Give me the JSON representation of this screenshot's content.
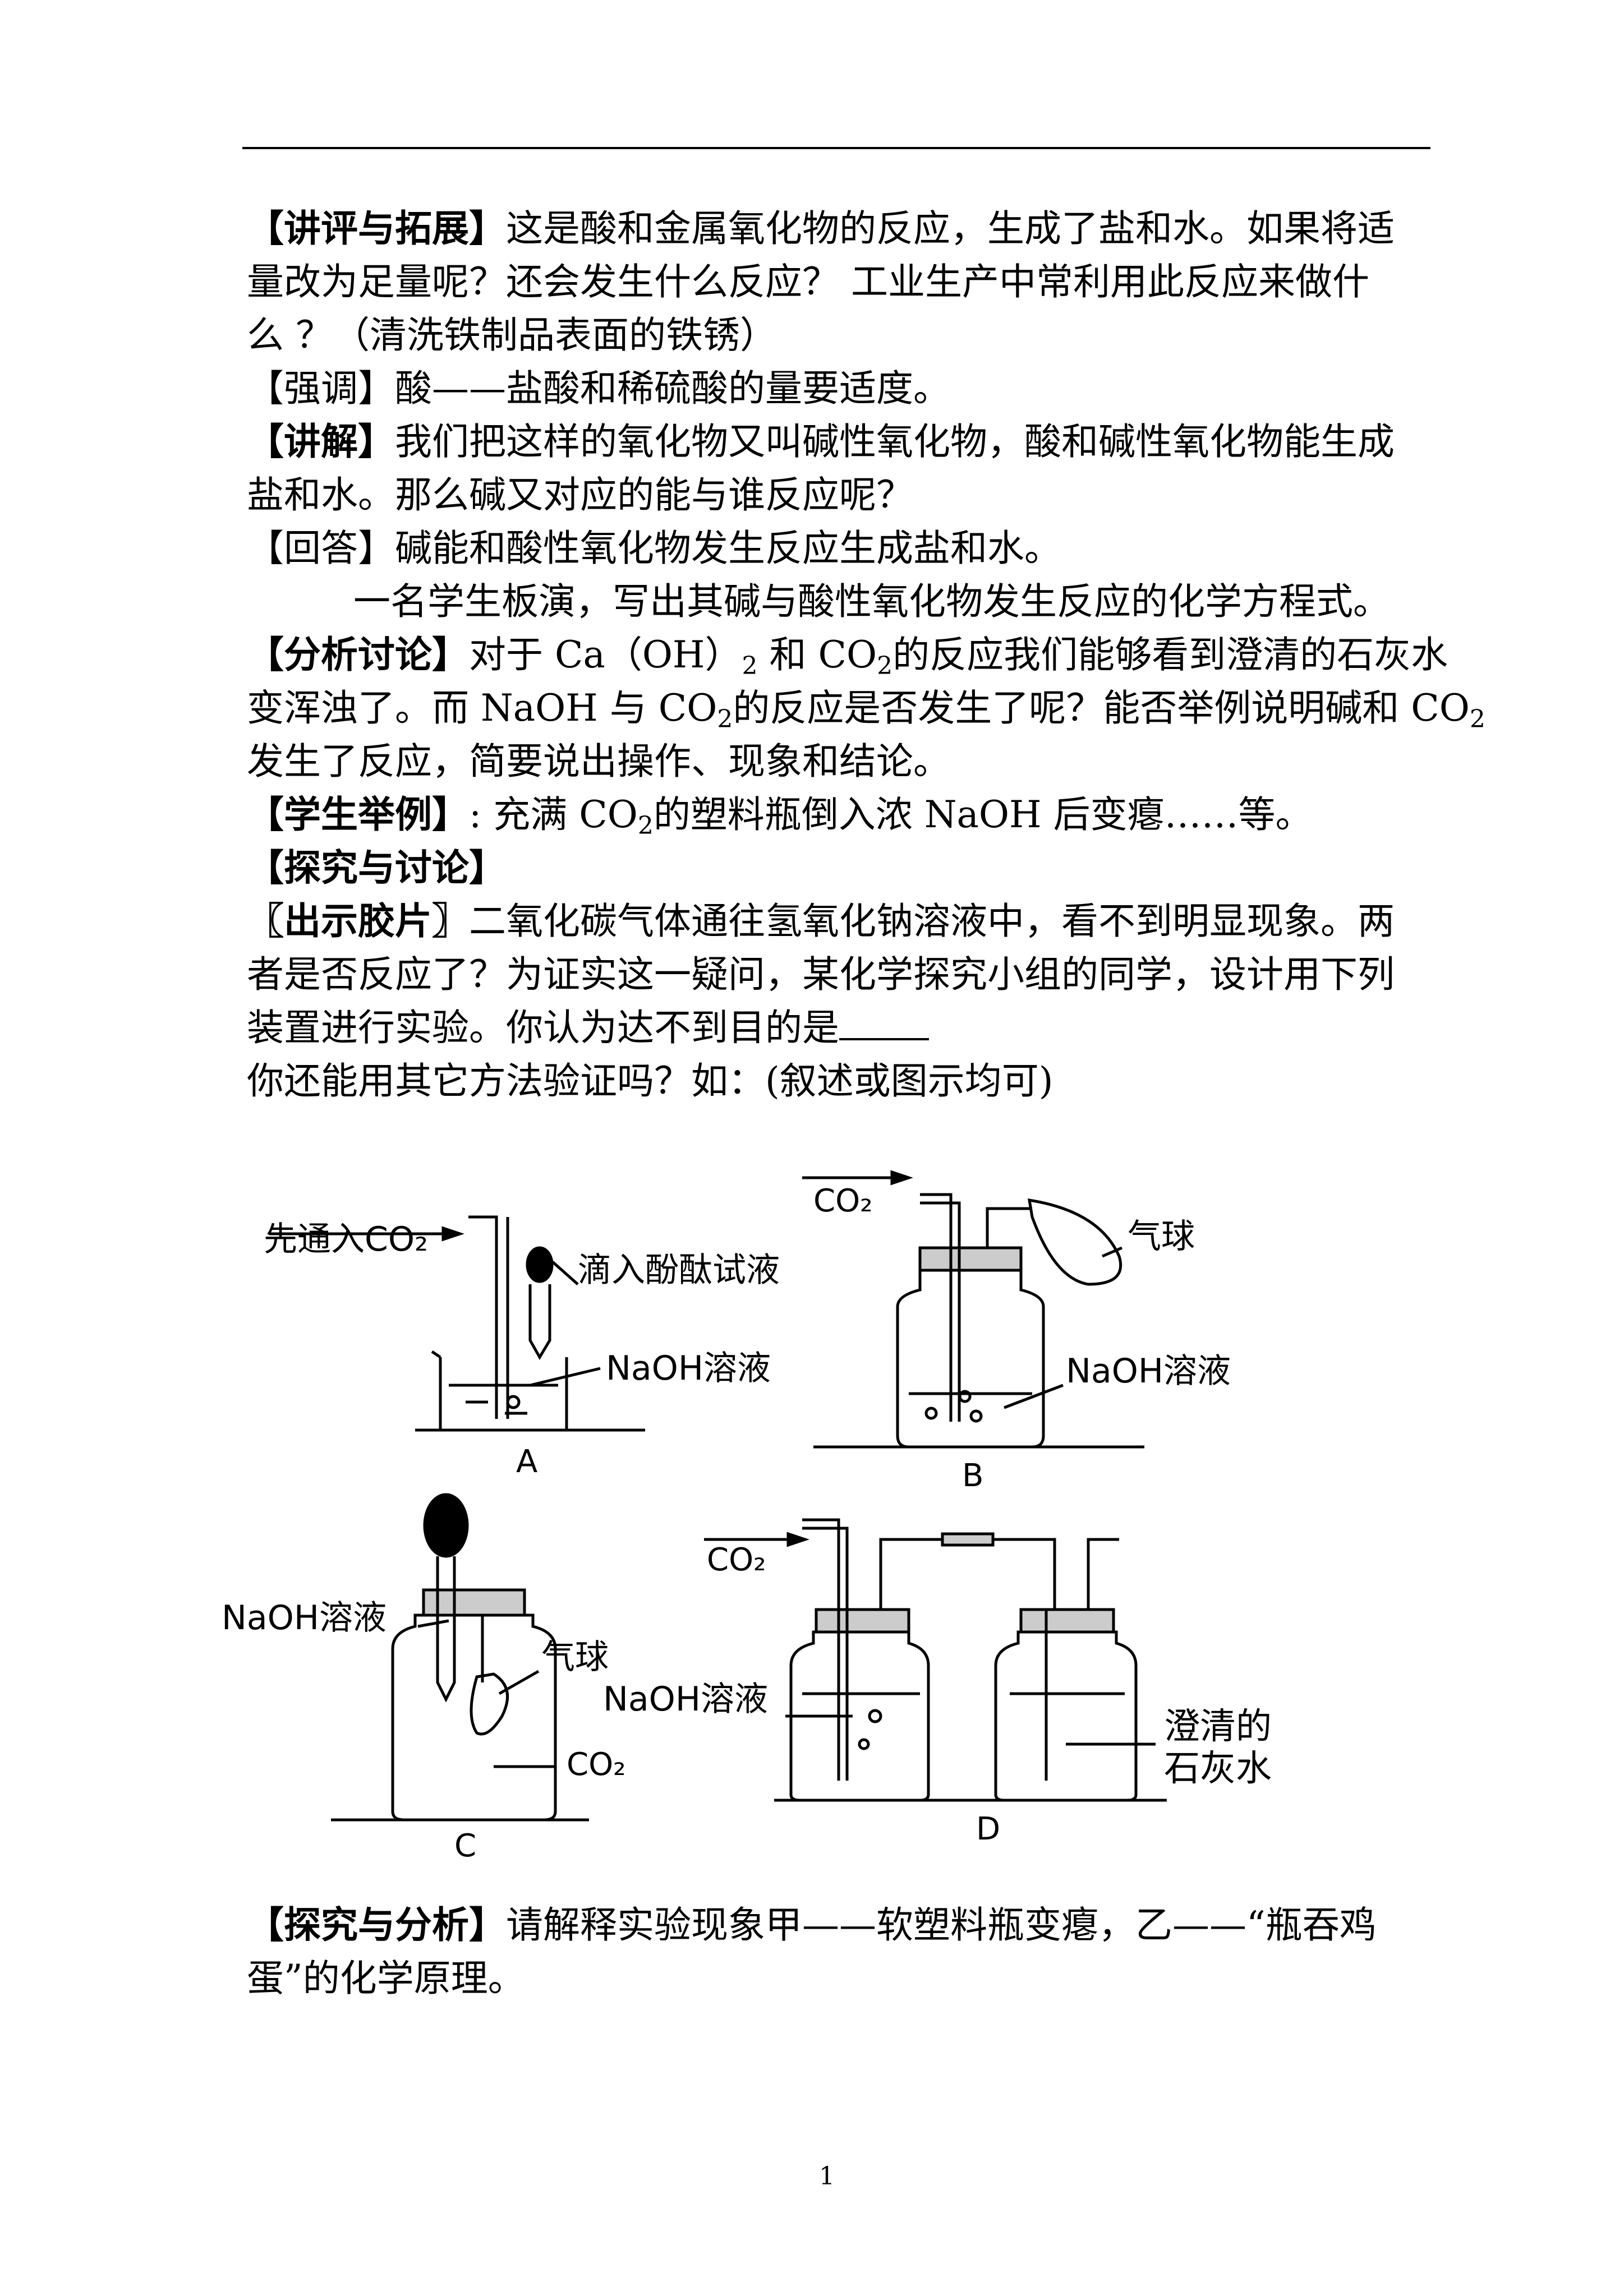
{
  "paragraphs": {
    "p1": {
      "label": "【讲评与拓展】",
      "text_a": "这是酸和金属氧化物的反应，生成了盐和水。如果将适",
      "text_b": "量改为足量呢？还会发生什么反应？  工业生产中常利用此反应来做什",
      "text_c": "么 ？（清洗铁制品表面的铁锈）"
    },
    "p2": {
      "label": "【强调】",
      "text": "酸——盐酸和稀硫酸的量要适度。"
    },
    "p3": {
      "label": "【讲解】",
      "text_a": "我们把这样的氧化物又叫碱性氧化物，酸和碱性氧化物能生成",
      "text_b": "盐和水。那么碱又对应的能与谁反应呢？"
    },
    "p4": {
      "label": "【回答】",
      "text": "碱能和酸性氧化物发生反应生成盐和水。"
    },
    "p5": {
      "text": "一名学生板演，写出其碱与酸性氧化物发生反应的化学方程式。"
    },
    "p6": {
      "label": "【分析讨论】",
      "t1": "对于 Ca（OH）",
      "s1": "2",
      "t2": " 和 CO",
      "s2": "2",
      "t3": "的反应我们能够看到澄清的石灰水",
      "t4": "变浑浊了。而  NaOH 与 CO",
      "s3": "2",
      "t5": "的反应是否发生了呢？能否举例说明碱和 CO",
      "s4": "2",
      "t6": "发生了反应，简要说出操作、现象和结论。"
    },
    "p7": {
      "label": "【学生举例】",
      "t1": ":  充满 CO",
      "s1": "2",
      "t2": "的塑料瓶倒入浓 NaOH 后变瘪……等。"
    },
    "p8": {
      "label": "【探究与讨论】"
    },
    "p9": {
      "label": "〖出示胶片〗",
      "text_a": "二氧化碳气体通往氢氧化钠溶液中，看不到明显现象。两",
      "text_b": "者是否反应了？为证实这一疑问，某化学探究小组的同学，设计用下列",
      "text_c": "装置进行实验。你认为达不到目的是"
    },
    "p10": {
      "text": "你还能用其它方法验证吗？如：(叙述或图示均可)"
    },
    "p11": {
      "label": "【探究与分析】",
      "text_a": "请解释实验现象甲——软塑料瓶变瘪，乙——“瓶吞鸡",
      "text_b": "蛋”的化学原理。"
    }
  },
  "figure": {
    "a": {
      "label_co2": "先通入CO₂",
      "label_reagent": "滴入酚酞试液",
      "label_solution": "NaOH溶液",
      "caption": "A"
    },
    "b": {
      "label_co2": "CO₂",
      "label_balloon": "气球",
      "label_solution": "NaOH溶液",
      "caption": "B"
    },
    "c": {
      "label_solution": "NaOH溶液",
      "label_balloon": "气球",
      "label_gas": "CO₂",
      "caption": "C"
    },
    "d": {
      "label_co2": "CO₂",
      "label_solution": "NaOH溶液",
      "label_lime_1": "澄清的",
      "label_lime_2": "石灰水",
      "caption": "D"
    }
  },
  "page_number": "1"
}
